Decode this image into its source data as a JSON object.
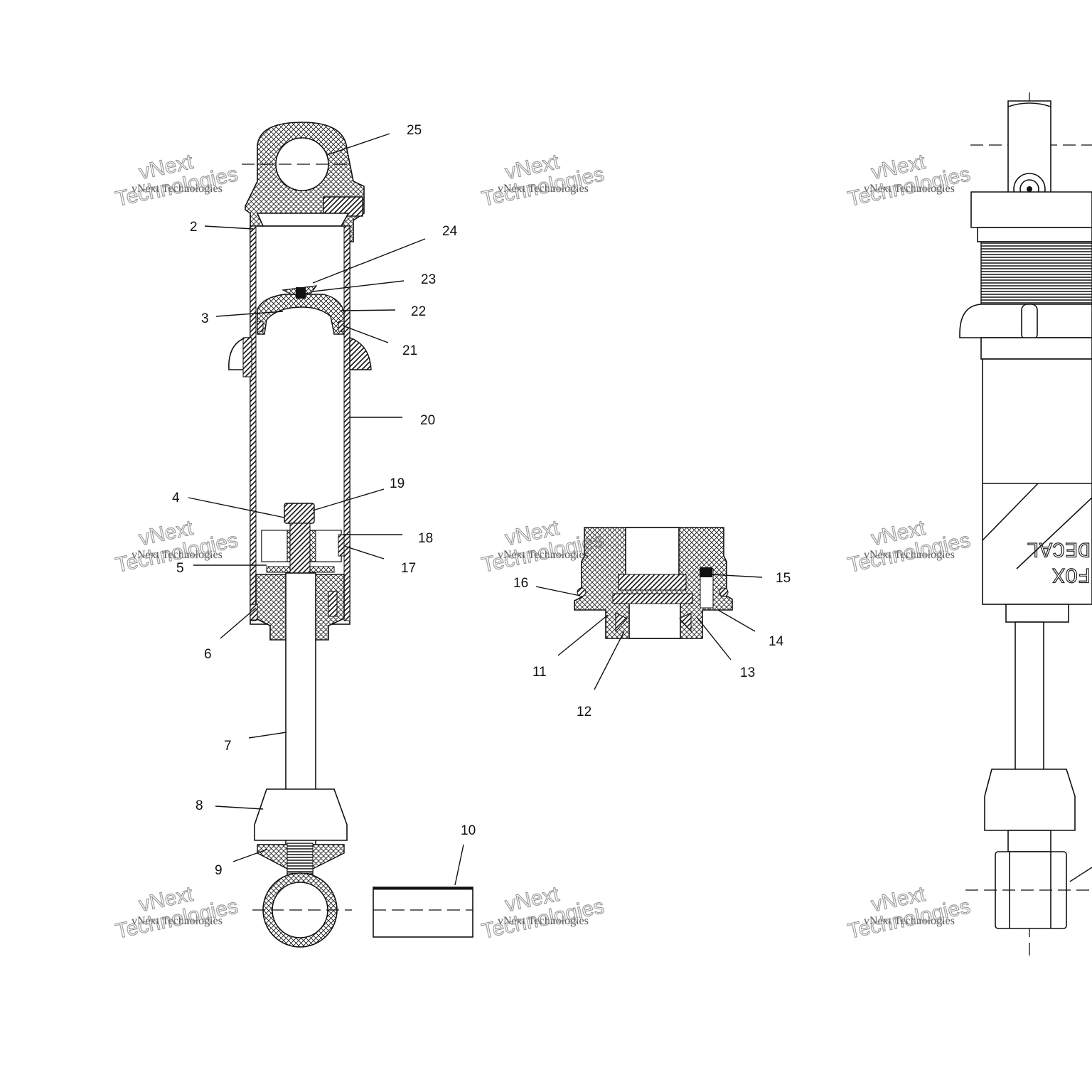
{
  "callouts": [
    {
      "id": "25",
      "label": "25"
    },
    {
      "id": "2",
      "label": "2"
    },
    {
      "id": "24",
      "label": "24"
    },
    {
      "id": "23",
      "label": "23"
    },
    {
      "id": "3",
      "label": "3"
    },
    {
      "id": "22",
      "label": "22"
    },
    {
      "id": "21",
      "label": "21"
    },
    {
      "id": "20",
      "label": "20"
    },
    {
      "id": "19",
      "label": "19"
    },
    {
      "id": "4",
      "label": "4"
    },
    {
      "id": "18",
      "label": "18"
    },
    {
      "id": "5",
      "label": "5"
    },
    {
      "id": "17",
      "label": "17"
    },
    {
      "id": "6",
      "label": "6"
    },
    {
      "id": "7",
      "label": "7"
    },
    {
      "id": "8",
      "label": "8"
    },
    {
      "id": "9",
      "label": "9"
    },
    {
      "id": "10",
      "label": "10"
    },
    {
      "id": "16",
      "label": "16"
    },
    {
      "id": "15",
      "label": "15"
    },
    {
      "id": "14",
      "label": "14"
    },
    {
      "id": "13",
      "label": "13"
    },
    {
      "id": "11",
      "label": "11"
    },
    {
      "id": "12",
      "label": "12"
    }
  ],
  "watermark": {
    "line1": "vNext",
    "line2": "vNext Technologies",
    "line3": "Technologies"
  },
  "decal": {
    "line1": "DECAL",
    "line2": "FOX"
  }
}
